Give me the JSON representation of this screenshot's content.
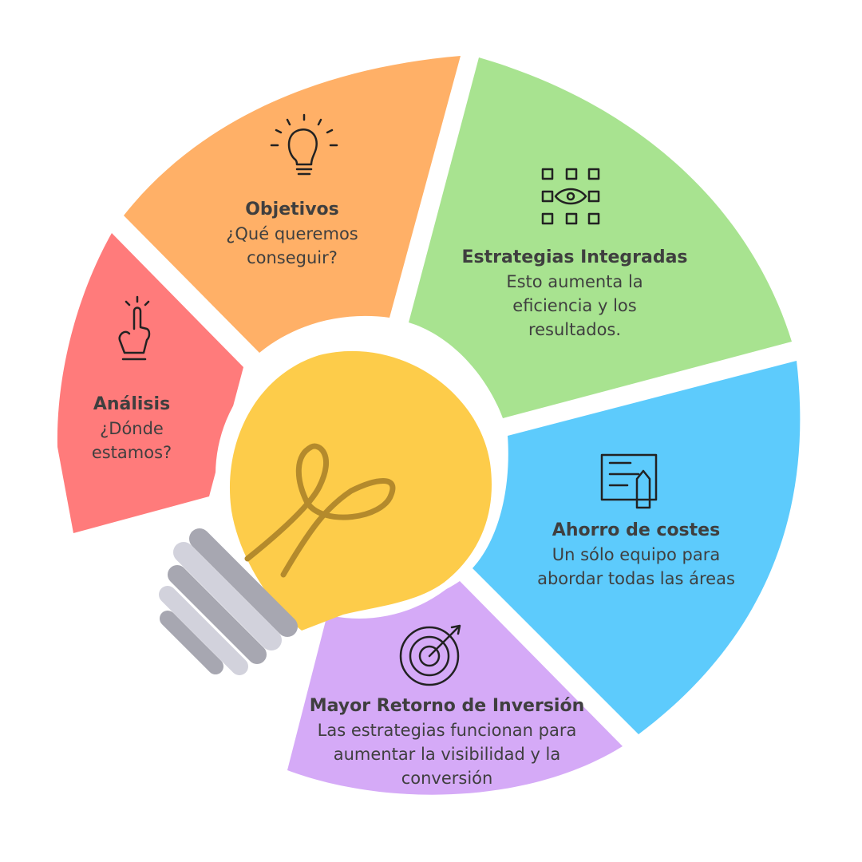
{
  "segments": [
    {
      "id": "analisis",
      "title": "Análisis",
      "desc": [
        "¿Dónde",
        "estamos?"
      ],
      "color": "#ff7b7b",
      "icon": "pointing-finger-icon"
    },
    {
      "id": "objetivos",
      "title": "Objetivos",
      "desc": [
        "¿Qué queremos",
        "conseguir?"
      ],
      "color": "#ffb067",
      "icon": "lightbulb-idea-icon"
    },
    {
      "id": "estrategias",
      "title": "Estrategias Integradas",
      "desc": [
        "Esto aumenta la",
        "eficiencia y los",
        "resultados."
      ],
      "color": "#a8e390",
      "icon": "network-eye-icon"
    },
    {
      "id": "ahorro",
      "title": "Ahorro de costes",
      "desc": [
        "Un sólo equipo para",
        "abordar todas las áreas"
      ],
      "color": "#5dcbfc",
      "icon": "blueprint-pencil-icon"
    },
    {
      "id": "retorno",
      "title": "Mayor Retorno de Inversión",
      "desc": [
        "Las estrategias funcionan para",
        "aumentar la visibilidad y la",
        "conversión"
      ],
      "color": "#d5aaf7",
      "icon": "target-arrow-icon"
    }
  ],
  "center": {
    "icon": "lightbulb-icon",
    "bulb_color": "#fdcc4a",
    "filament_color": "#b48a2c",
    "base_colors": [
      "#a7a7b1",
      "#d2d2dc"
    ]
  }
}
